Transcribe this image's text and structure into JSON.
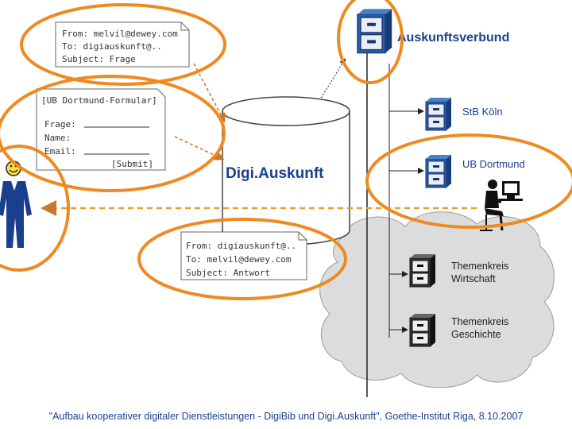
{
  "colors": {
    "orange": "#ee8a22",
    "blue": "#1a3f8f",
    "cloud": "#dcdcdc",
    "cabinet": "#2a5fa8"
  },
  "email_in": {
    "from": "From: melvil@dewey.com",
    "to": "To: digiauskunft@..",
    "subject": "Subject: Frage"
  },
  "form": {
    "title": "[UB Dortmund-Formular]",
    "frage": "Frage:",
    "name": "Name:",
    "email": "Email:",
    "submit": "[Submit]"
  },
  "email_out": {
    "from": "From: digiauskunft@..",
    "to": "To:  melvil@dewey.com",
    "subject": "Subject: Antwort"
  },
  "labels": {
    "digiauskunft": "Digi.Auskunft",
    "auskunftsverbund": "Auskunftsverbund",
    "stb_koeln": "StB Köln",
    "ub_dortmund": "UB Dortmund",
    "tk_wirtschaft_1": "Themenkreis",
    "tk_wirtschaft_2": "Wirtschaft",
    "tk_geschichte_1": "Themenkreis",
    "tk_geschichte_2": "Geschichte"
  },
  "caption": "\"Aufbau kooperativer digitaler Dienstleistungen - DigiBib und Digi.Auskunft\", Goethe-Institut Riga, 8.10.2007",
  "icons": [
    "filing-cabinet-icon",
    "user-person-icon",
    "smiley-icon",
    "librarian-at-computer-icon",
    "database-cylinder-icon",
    "cloud-shape"
  ]
}
